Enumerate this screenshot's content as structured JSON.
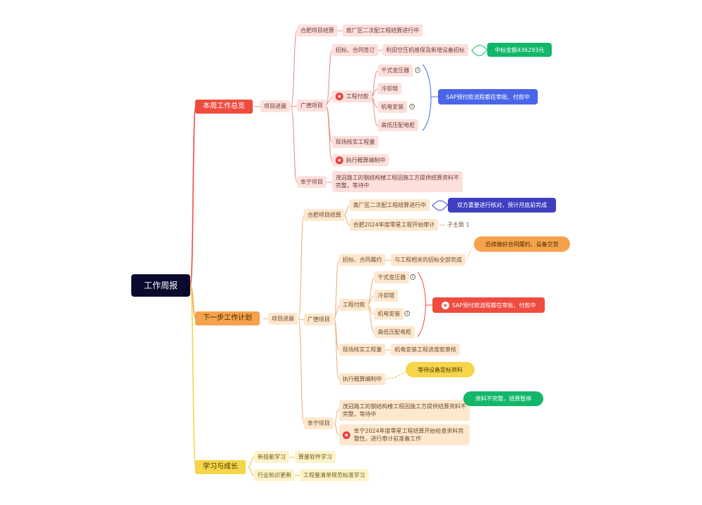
{
  "root": {
    "label": "工作周报"
  },
  "branches": {
    "summary": {
      "label": "本周工作总览",
      "progress": "项目进展",
      "hefei": {
        "label": "合肥项目结算",
        "item": "南厂区二次配工程结算进行中"
      },
      "guangde": {
        "label": "广德项目",
        "bidding": "招标、合同签订",
        "bidding_detail": "利旧空压机维保及新增设备招标",
        "bid_callout": "中标金额436293元",
        "payment": "工程付款",
        "items": [
          "干式变压器",
          "冷却塔",
          "机电安装",
          "高低压配电柜"
        ],
        "payment_callout": "SAP预付款流程都在审批、付款中",
        "onsite": "现场核实工程量",
        "budget": "执行概算编制中"
      },
      "funing": {
        "label": "阜宁项目",
        "detail": "茂冠路工的钢结构楼工程因施工方提供结算资料不完整，等待中"
      }
    },
    "plan": {
      "label": "下一步工作计划",
      "progress": "项目进展",
      "hefei": {
        "label": "合肥项目结算",
        "item1": "南厂区二次配工程结算进行中",
        "item1_callout": "双方重要进行核对，预计月底前完成",
        "item2": "合肥2024年度零星工程开始审计",
        "item2_sub": "子主题 1"
      },
      "guangde": {
        "label": "广德项目",
        "bidding": "招标、合同履约",
        "bidding_detail": "与工程相关的招标全部完成",
        "bidding_callout": "后续做好合同履约、设备交货",
        "payment": "工程付款",
        "items": [
          "干式变压器",
          "冷却塔",
          "机电安装",
          "高低压配电柜"
        ],
        "payment_callout": "SAP预付款流程都在审批、付款中",
        "onsite": "现场核实工程量",
        "onsite_detail": "机电安装工程进度款审核",
        "budget": "执行概算编制中",
        "budget_callout": "等待设备定标资料"
      },
      "funing": {
        "label": "阜宁项目",
        "detail": "茂冠路工的钢结构楼工程因施工方提供结算资料不完整，等待中",
        "detail_callout": "资料不完整，结算暂停",
        "audit": "阜宁2024年度零星工程结算开始检查资料完整性，进行审计前准备工作"
      }
    },
    "learning": {
      "label": "学习与成长",
      "skill": "新技能学习",
      "skill_detail": "算量软件学习",
      "knowledge": "行业知识更新",
      "knowledge_detail": "工程量清单规范标准学习"
    }
  },
  "markers": {
    "one": "1",
    "two": "2"
  },
  "icons": {
    "star": "★"
  },
  "colors": {
    "root": "#0b0a2e",
    "red": "#ef4b3f",
    "orange": "#f5a24c",
    "yellow": "#f5d54a",
    "green": "#12b76a",
    "blue": "#4a66e8",
    "indigo": "#3f3fc0"
  }
}
